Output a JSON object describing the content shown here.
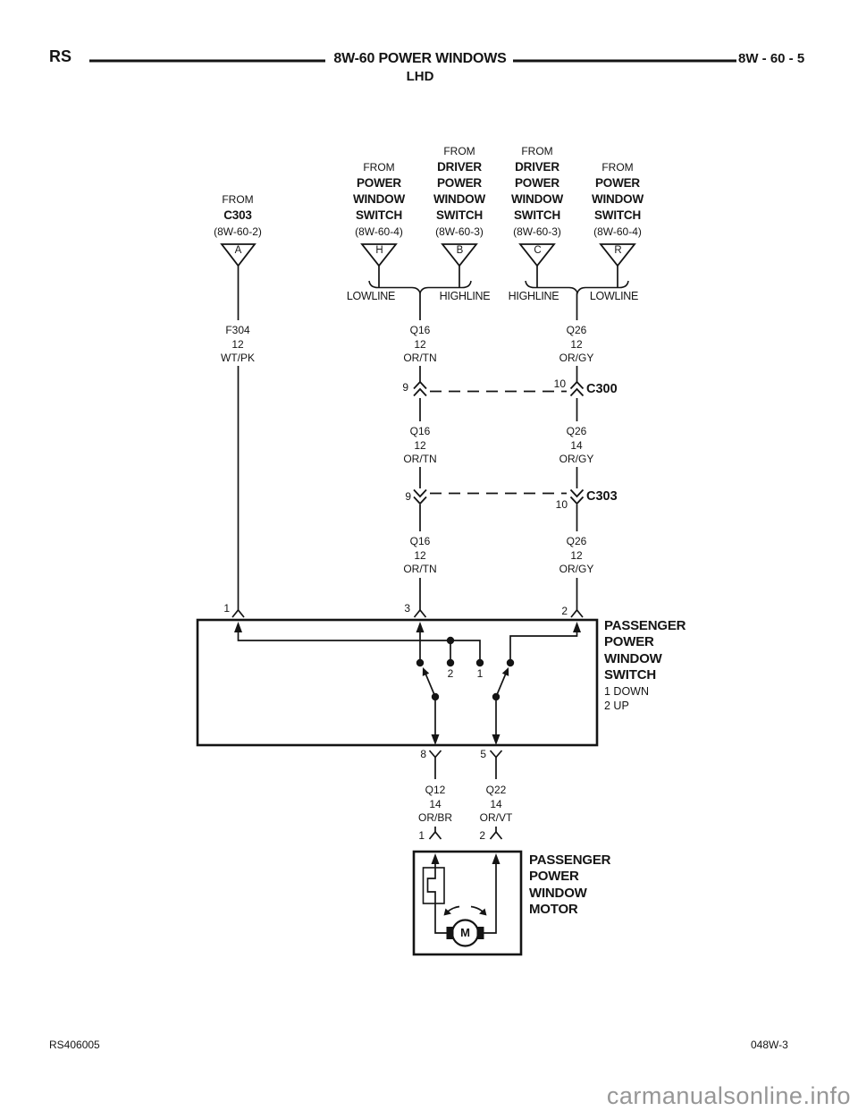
{
  "header": {
    "code": "RS",
    "title": "8W-60 POWER WINDOWS",
    "subtitle": "LHD",
    "page_ref": "8W - 60 - 5"
  },
  "footer": {
    "doc_id": "RS406005",
    "sheet_id": "048W-3",
    "watermark": "carmanualsonline.info"
  },
  "colors": {
    "ink": "#141414",
    "watermark_gray": "#969696"
  },
  "top_connectors": [
    {
      "pin": "A",
      "lines": [
        "FROM",
        "C303",
        "(8W-60-2)"
      ]
    },
    {
      "pin": "H",
      "lines": [
        "FROM",
        "POWER",
        "WINDOW",
        "SWITCH",
        "(8W-60-4)"
      ]
    },
    {
      "pin": "B",
      "lines": [
        "FROM",
        "DRIVER",
        "POWER",
        "WINDOW",
        "SWITCH",
        "(8W-60-3)"
      ]
    },
    {
      "pin": "C",
      "lines": [
        "FROM",
        "DRIVER",
        "POWER",
        "WINDOW",
        "SWITCH",
        "(8W-60-3)"
      ]
    },
    {
      "pin": "R",
      "lines": [
        "FROM",
        "POWER",
        "WINDOW",
        "SWITCH",
        "(8W-60-4)"
      ]
    }
  ],
  "bus_labels": [
    "LOWLINE",
    "HIGHLINE",
    "HIGHLINE",
    "LOWLINE"
  ],
  "wire_labels": [
    {
      "circuit": "F304",
      "gauge": "12",
      "color": "WT/PK"
    },
    {
      "circuit": "Q16",
      "gauge": "12",
      "color": "OR/TN"
    },
    {
      "circuit": "Q26",
      "gauge": "12",
      "color": "OR/GY"
    },
    {
      "circuit": "Q16",
      "gauge": "12",
      "color": "OR/TN"
    },
    {
      "circuit": "Q26",
      "gauge": "14",
      "color": "OR/GY"
    },
    {
      "circuit": "Q16",
      "gauge": "12",
      "color": "OR/TN"
    },
    {
      "circuit": "Q26",
      "gauge": "12",
      "color": "OR/GY"
    },
    {
      "circuit": "Q12",
      "gauge": "14",
      "color": "OR/BR"
    },
    {
      "circuit": "Q22",
      "gauge": "14",
      "color": "OR/VT"
    }
  ],
  "inline_connectors": [
    {
      "name": "C300",
      "pins": [
        "9",
        "10"
      ]
    },
    {
      "name": "C303",
      "pins": [
        "9",
        "10"
      ]
    }
  ],
  "switch": {
    "title_lines": [
      "PASSENGER",
      "POWER",
      "WINDOW",
      "SWITCH"
    ],
    "position_notes": [
      "1 DOWN",
      "2 UP"
    ],
    "top_pins": [
      "1",
      "3",
      "2"
    ],
    "contact_labels": [
      "2",
      "1"
    ],
    "bottom_pins": [
      "8",
      "5"
    ]
  },
  "motor": {
    "title_lines": [
      "PASSENGER",
      "POWER",
      "WINDOW",
      "MOTOR"
    ],
    "top_pins": [
      "1",
      "2"
    ],
    "symbol_letter": "M"
  }
}
